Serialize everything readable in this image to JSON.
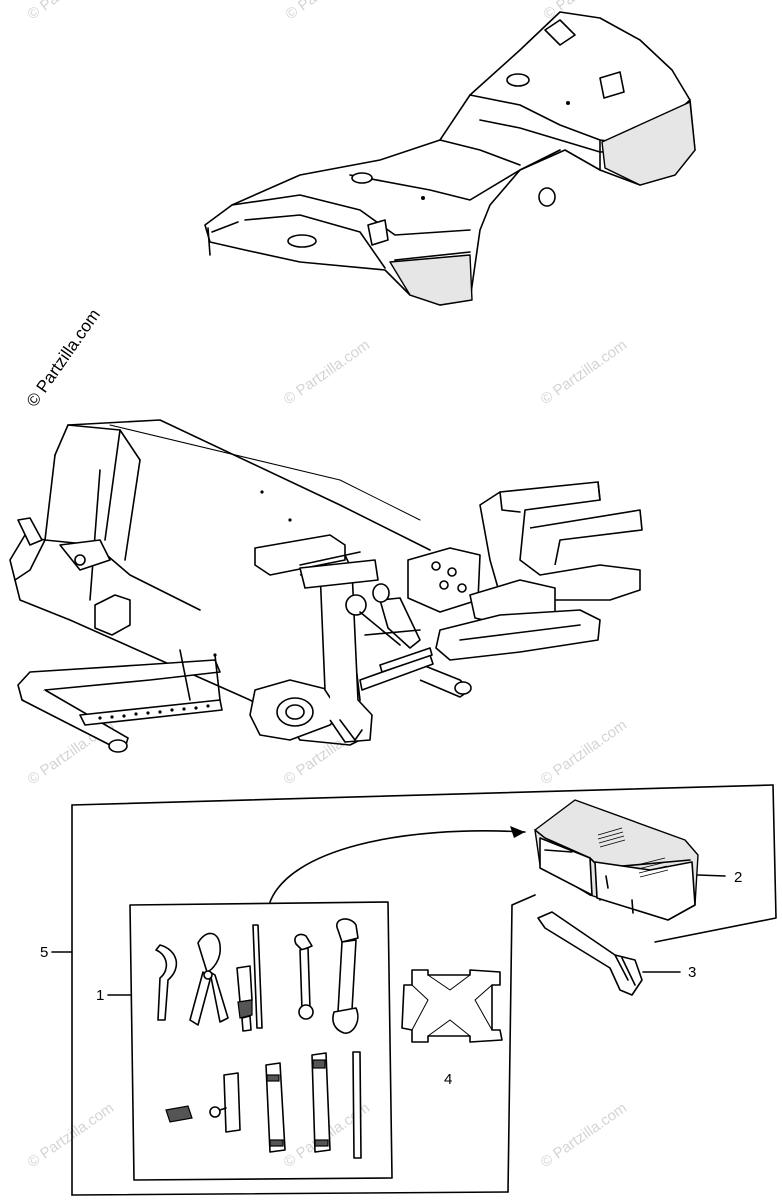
{
  "watermark": {
    "main": "© Partzilla.com",
    "repeat": "© Partzilla.com"
  },
  "callouts": {
    "tool_set": "1",
    "tool_bag": "2",
    "spanner_wrench": "3",
    "owners_manual": "4",
    "tool_kit_assembly": "5"
  }
}
